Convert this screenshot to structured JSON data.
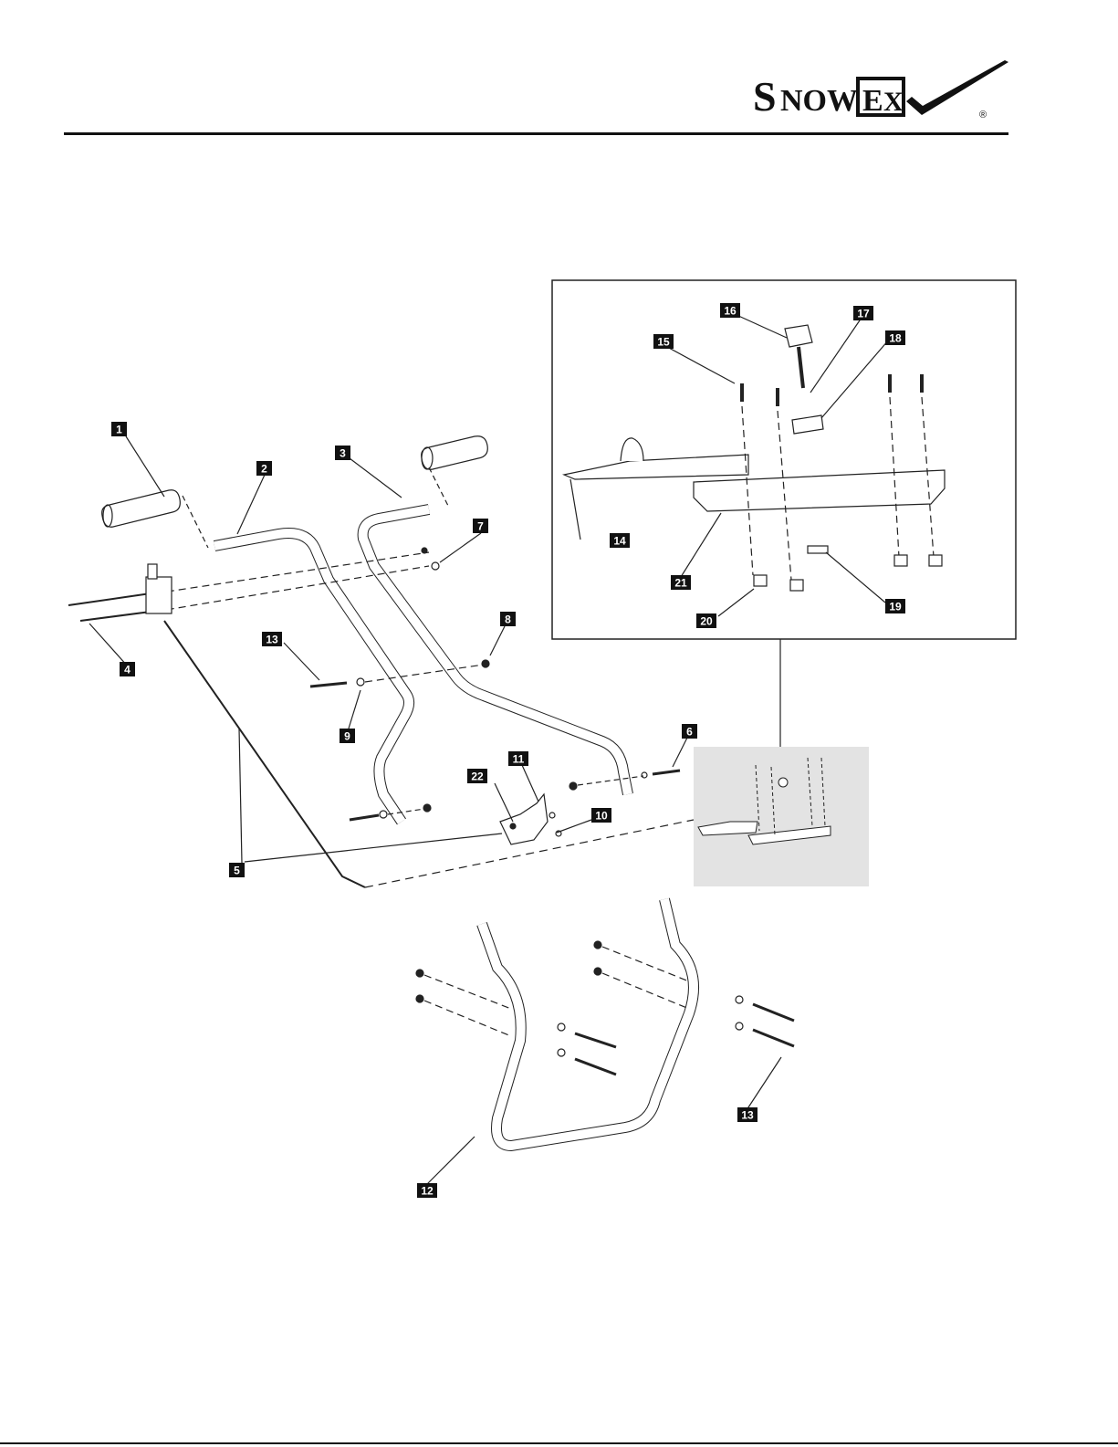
{
  "brand": {
    "name": "SnowEx",
    "part1": "SnowEx",
    "registered": "®"
  },
  "callouts": [
    "1",
    "2",
    "3",
    "4",
    "5",
    "6",
    "7",
    "8",
    "9",
    "10",
    "11",
    "12",
    "13",
    "14",
    "15",
    "16",
    "17",
    "18",
    "19",
    "20",
    "21",
    "22",
    "13"
  ]
}
